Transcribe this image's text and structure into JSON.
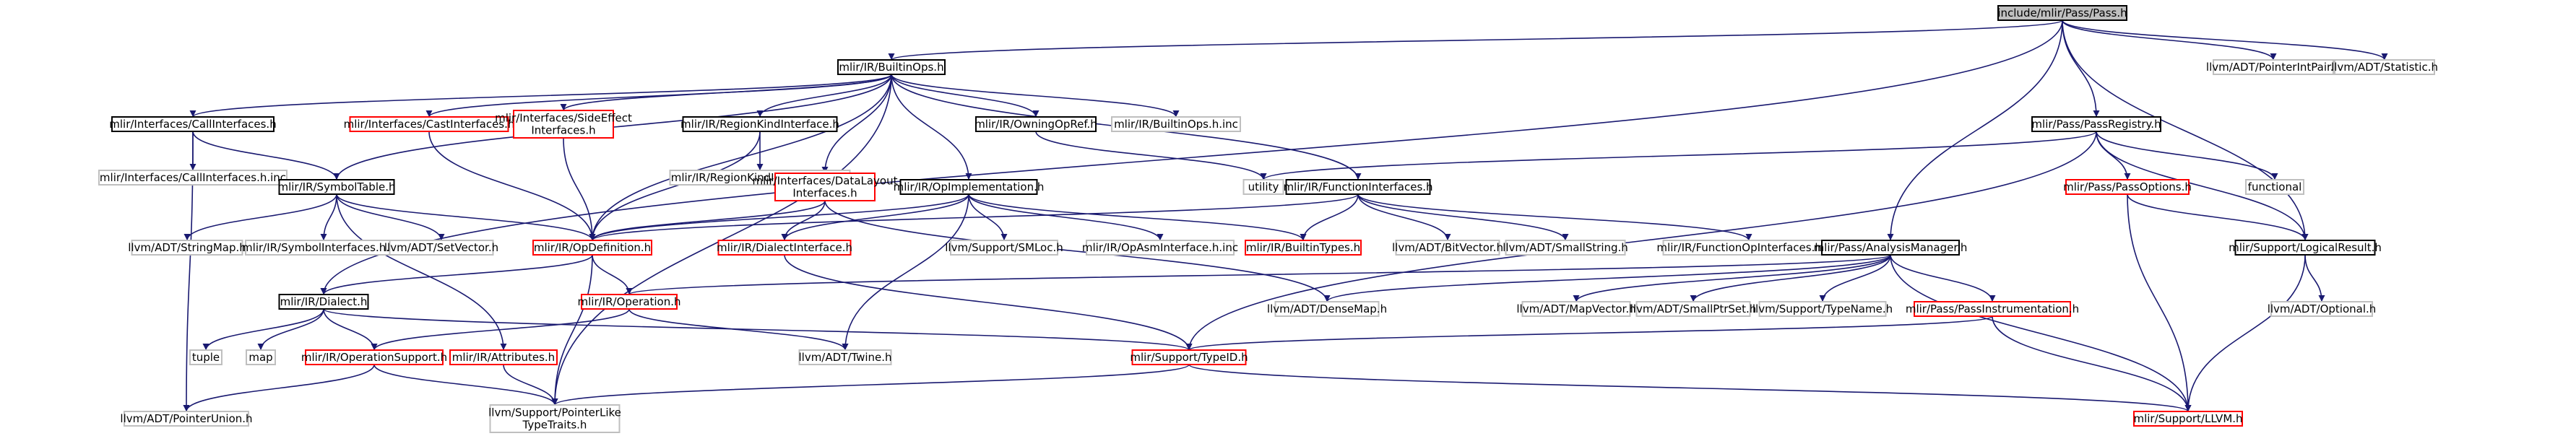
{
  "colors": {
    "edge": "#191970",
    "border_default": "#000000",
    "border_incomplete": "#ff0000",
    "border_external": "#bfbfbf",
    "fill_root": "#bfbfbf",
    "fill_default": "#ffffff",
    "text": "#000000",
    "text_external": "#404040"
  },
  "nodes": [
    {
      "id": "pass_h",
      "label": "include/mlir/Pass/Pass.h",
      "style": "root"
    },
    {
      "id": "builtinops",
      "label": "mlir/IR/BuiltinOps.h",
      "style": "default"
    },
    {
      "id": "ptrintpair",
      "label": "llvm/ADT/PointerIntPair.h",
      "style": "external"
    },
    {
      "id": "statistic",
      "label": "llvm/ADT/Statistic.h",
      "style": "external"
    },
    {
      "id": "callif",
      "label": "mlir/Interfaces/CallInterfaces.h",
      "style": "default"
    },
    {
      "id": "castif",
      "label": "mlir/Interfaces/CastInterfaces.h",
      "style": "incomplete"
    },
    {
      "id": "sideeffect",
      "label": "mlir/Interfaces/SideEffect\nInterfaces.h",
      "style": "incomplete"
    },
    {
      "id": "regionkind",
      "label": "mlir/IR/RegionKindInterface.h",
      "style": "default"
    },
    {
      "id": "owningopref",
      "label": "mlir/IR/OwningOpRef.h",
      "style": "default"
    },
    {
      "id": "builtinops_inc",
      "label": "mlir/IR/BuiltinOps.h.inc",
      "style": "external"
    },
    {
      "id": "passregistry",
      "label": "mlir/Pass/PassRegistry.h",
      "style": "default"
    },
    {
      "id": "callif_inc",
      "label": "mlir/Interfaces/CallInterfaces.h.inc",
      "style": "external"
    },
    {
      "id": "regionkind_inc",
      "label": "mlir/IR/RegionKindInterface.h.inc",
      "style": "external"
    },
    {
      "id": "utility",
      "label": "utility",
      "style": "external"
    },
    {
      "id": "functional",
      "label": "functional",
      "style": "external"
    },
    {
      "id": "symboltable",
      "label": "mlir/IR/SymbolTable.h",
      "style": "default"
    },
    {
      "id": "datalayout",
      "label": "mlir/Interfaces/DataLayout\nInterfaces.h",
      "style": "incomplete"
    },
    {
      "id": "opimpl",
      "label": "mlir/IR/OpImplementation.h",
      "style": "default"
    },
    {
      "id": "funcif",
      "label": "mlir/IR/FunctionInterfaces.h",
      "style": "default"
    },
    {
      "id": "passoptions",
      "label": "mlir/Pass/PassOptions.h",
      "style": "incomplete"
    },
    {
      "id": "stringmap",
      "label": "llvm/ADT/StringMap.h",
      "style": "external"
    },
    {
      "id": "symbolif_inc",
      "label": "mlir/IR/SymbolInterfaces.h.inc",
      "style": "external"
    },
    {
      "id": "setvector",
      "label": "llvm/ADT/SetVector.h",
      "style": "external"
    },
    {
      "id": "opdef",
      "label": "mlir/IR/OpDefinition.h",
      "style": "incomplete"
    },
    {
      "id": "dialectif",
      "label": "mlir/IR/DialectInterface.h",
      "style": "incomplete"
    },
    {
      "id": "smloc",
      "label": "llvm/Support/SMLoc.h",
      "style": "external"
    },
    {
      "id": "opasmif_inc",
      "label": "mlir/IR/OpAsmInterface.h.inc",
      "style": "external"
    },
    {
      "id": "builtintypes",
      "label": "mlir/IR/BuiltinTypes.h",
      "style": "incomplete"
    },
    {
      "id": "bitvector",
      "label": "llvm/ADT/BitVector.h",
      "style": "external"
    },
    {
      "id": "smallstring",
      "label": "llvm/ADT/SmallString.h",
      "style": "external"
    },
    {
      "id": "funcopif_inc",
      "label": "mlir/IR/FunctionOpInterfaces.h.inc",
      "style": "external"
    },
    {
      "id": "analysismgr",
      "label": "mlir/Pass/AnalysisManager.h",
      "style": "default"
    },
    {
      "id": "logicalresult",
      "label": "mlir/Support/LogicalResult.h",
      "style": "default"
    },
    {
      "id": "dialect",
      "label": "mlir/IR/Dialect.h",
      "style": "default"
    },
    {
      "id": "operation",
      "label": "mlir/IR/Operation.h",
      "style": "incomplete"
    },
    {
      "id": "densemap",
      "label": "llvm/ADT/DenseMap.h",
      "style": "external"
    },
    {
      "id": "mapvector",
      "label": "llvm/ADT/MapVector.h",
      "style": "external"
    },
    {
      "id": "smallptrset",
      "label": "llvm/ADT/SmallPtrSet.h",
      "style": "external"
    },
    {
      "id": "typename",
      "label": "llvm/Support/TypeName.h",
      "style": "external"
    },
    {
      "id": "passinstr",
      "label": "mlir/Pass/PassInstrumentation.h",
      "style": "incomplete"
    },
    {
      "id": "optional",
      "label": "llvm/ADT/Optional.h",
      "style": "external"
    },
    {
      "id": "tuple",
      "label": "tuple",
      "style": "external"
    },
    {
      "id": "map",
      "label": "map",
      "style": "external"
    },
    {
      "id": "opsupport",
      "label": "mlir/IR/OperationSupport.h",
      "style": "incomplete"
    },
    {
      "id": "attributes",
      "label": "mlir/IR/Attributes.h",
      "style": "incomplete"
    },
    {
      "id": "twine",
      "label": "llvm/ADT/Twine.h",
      "style": "external"
    },
    {
      "id": "typeid",
      "label": "mlir/Support/TypeID.h",
      "style": "incomplete"
    },
    {
      "id": "ptrunion",
      "label": "llvm/ADT/PointerUnion.h",
      "style": "external"
    },
    {
      "id": "ptrlike",
      "label": "llvm/Support/PointerLike\nTypeTraits.h",
      "style": "external"
    },
    {
      "id": "llvm_h",
      "label": "mlir/Support/LLVM.h",
      "style": "incomplete"
    }
  ],
  "edges": [
    [
      "pass_h",
      "builtinops"
    ],
    [
      "pass_h",
      "dialect"
    ],
    [
      "pass_h",
      "ptrintpair"
    ],
    [
      "pass_h",
      "statistic"
    ],
    [
      "pass_h",
      "passregistry"
    ],
    [
      "pass_h",
      "analysismgr"
    ],
    [
      "pass_h",
      "logicalresult"
    ],
    [
      "builtinops",
      "callif"
    ],
    [
      "builtinops",
      "castif"
    ],
    [
      "builtinops",
      "sideeffect"
    ],
    [
      "builtinops",
      "regionkind"
    ],
    [
      "builtinops",
      "owningopref"
    ],
    [
      "builtinops",
      "builtinops_inc"
    ],
    [
      "builtinops",
      "symboltable"
    ],
    [
      "builtinops",
      "datalayout"
    ],
    [
      "builtinops",
      "opimpl"
    ],
    [
      "builtinops",
      "funcif"
    ],
    [
      "builtinops",
      "opdef"
    ],
    [
      "builtinops",
      "ptrlike"
    ],
    [
      "callif",
      "callif_inc"
    ],
    [
      "callif",
      "symboltable"
    ],
    [
      "callif",
      "ptrunion"
    ],
    [
      "castif",
      "opdef"
    ],
    [
      "sideeffect",
      "opdef"
    ],
    [
      "regionkind",
      "regionkind_inc"
    ],
    [
      "regionkind",
      "opdef"
    ],
    [
      "owningopref",
      "utility"
    ],
    [
      "passregistry",
      "utility"
    ],
    [
      "passregistry",
      "functional"
    ],
    [
      "passregistry",
      "passoptions"
    ],
    [
      "passregistry",
      "logicalresult"
    ],
    [
      "passregistry",
      "typeid"
    ],
    [
      "symboltable",
      "stringmap"
    ],
    [
      "symboltable",
      "symbolif_inc"
    ],
    [
      "symboltable",
      "setvector"
    ],
    [
      "symboltable",
      "opdef"
    ],
    [
      "symboltable",
      "attributes"
    ],
    [
      "datalayout",
      "opdef"
    ],
    [
      "datalayout",
      "dialectif"
    ],
    [
      "datalayout",
      "densemap"
    ],
    [
      "opimpl",
      "opdef"
    ],
    [
      "opimpl",
      "dialectif"
    ],
    [
      "opimpl",
      "smloc"
    ],
    [
      "opimpl",
      "opasmif_inc"
    ],
    [
      "opimpl",
      "builtintypes"
    ],
    [
      "opimpl",
      "twine"
    ],
    [
      "funcif",
      "opdef"
    ],
    [
      "funcif",
      "builtintypes"
    ],
    [
      "funcif",
      "bitvector"
    ],
    [
      "funcif",
      "smallstring"
    ],
    [
      "funcif",
      "funcopif_inc"
    ],
    [
      "passoptions",
      "logicalresult"
    ],
    [
      "passoptions",
      "llvm_h"
    ],
    [
      "opdef",
      "dialect"
    ],
    [
      "opdef",
      "operation"
    ],
    [
      "opdef",
      "ptrlike"
    ],
    [
      "dialectif",
      "typeid"
    ],
    [
      "analysismgr",
      "operation"
    ],
    [
      "analysismgr",
      "densemap"
    ],
    [
      "analysismgr",
      "mapvector"
    ],
    [
      "analysismgr",
      "smallptrset"
    ],
    [
      "analysismgr",
      "typename"
    ],
    [
      "analysismgr",
      "passinstr"
    ],
    [
      "analysismgr",
      "llvm_h"
    ],
    [
      "logicalresult",
      "optional"
    ],
    [
      "logicalresult",
      "llvm_h"
    ],
    [
      "dialect",
      "tuple"
    ],
    [
      "dialect",
      "map"
    ],
    [
      "dialect",
      "opsupport"
    ],
    [
      "dialect",
      "typeid"
    ],
    [
      "operation",
      "opsupport"
    ],
    [
      "operation",
      "twine"
    ],
    [
      "passinstr",
      "typeid"
    ],
    [
      "passinstr",
      "llvm_h"
    ],
    [
      "opsupport",
      "ptrunion"
    ],
    [
      "opsupport",
      "ptrlike"
    ],
    [
      "attributes",
      "ptrlike"
    ],
    [
      "typeid",
      "ptrlike"
    ],
    [
      "typeid",
      "llvm_h"
    ]
  ]
}
